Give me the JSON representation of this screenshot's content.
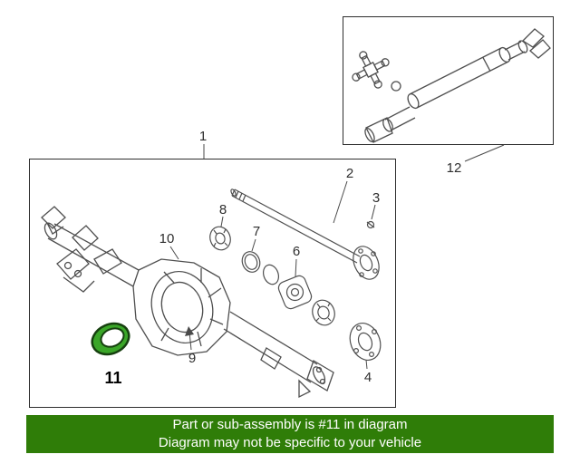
{
  "diagram": {
    "colors": {
      "highlight_green": "#3aa628",
      "highlight_outline": "#16400f",
      "banner_green": "#2f7d08",
      "line_gray": "#4f4f4f",
      "label_color": "#2e2e2e"
    },
    "labels": {
      "p1": "1",
      "p2": "2",
      "p3": "3",
      "p4": "4",
      "p6": "6",
      "p7": "7",
      "p8": "8",
      "p9": "9",
      "p10": "10",
      "p11": "11",
      "p12": "12"
    }
  },
  "banner": {
    "line1": "Part or sub-assembly is #11 in diagram",
    "line2": "Diagram may not be specific to your vehicle"
  }
}
